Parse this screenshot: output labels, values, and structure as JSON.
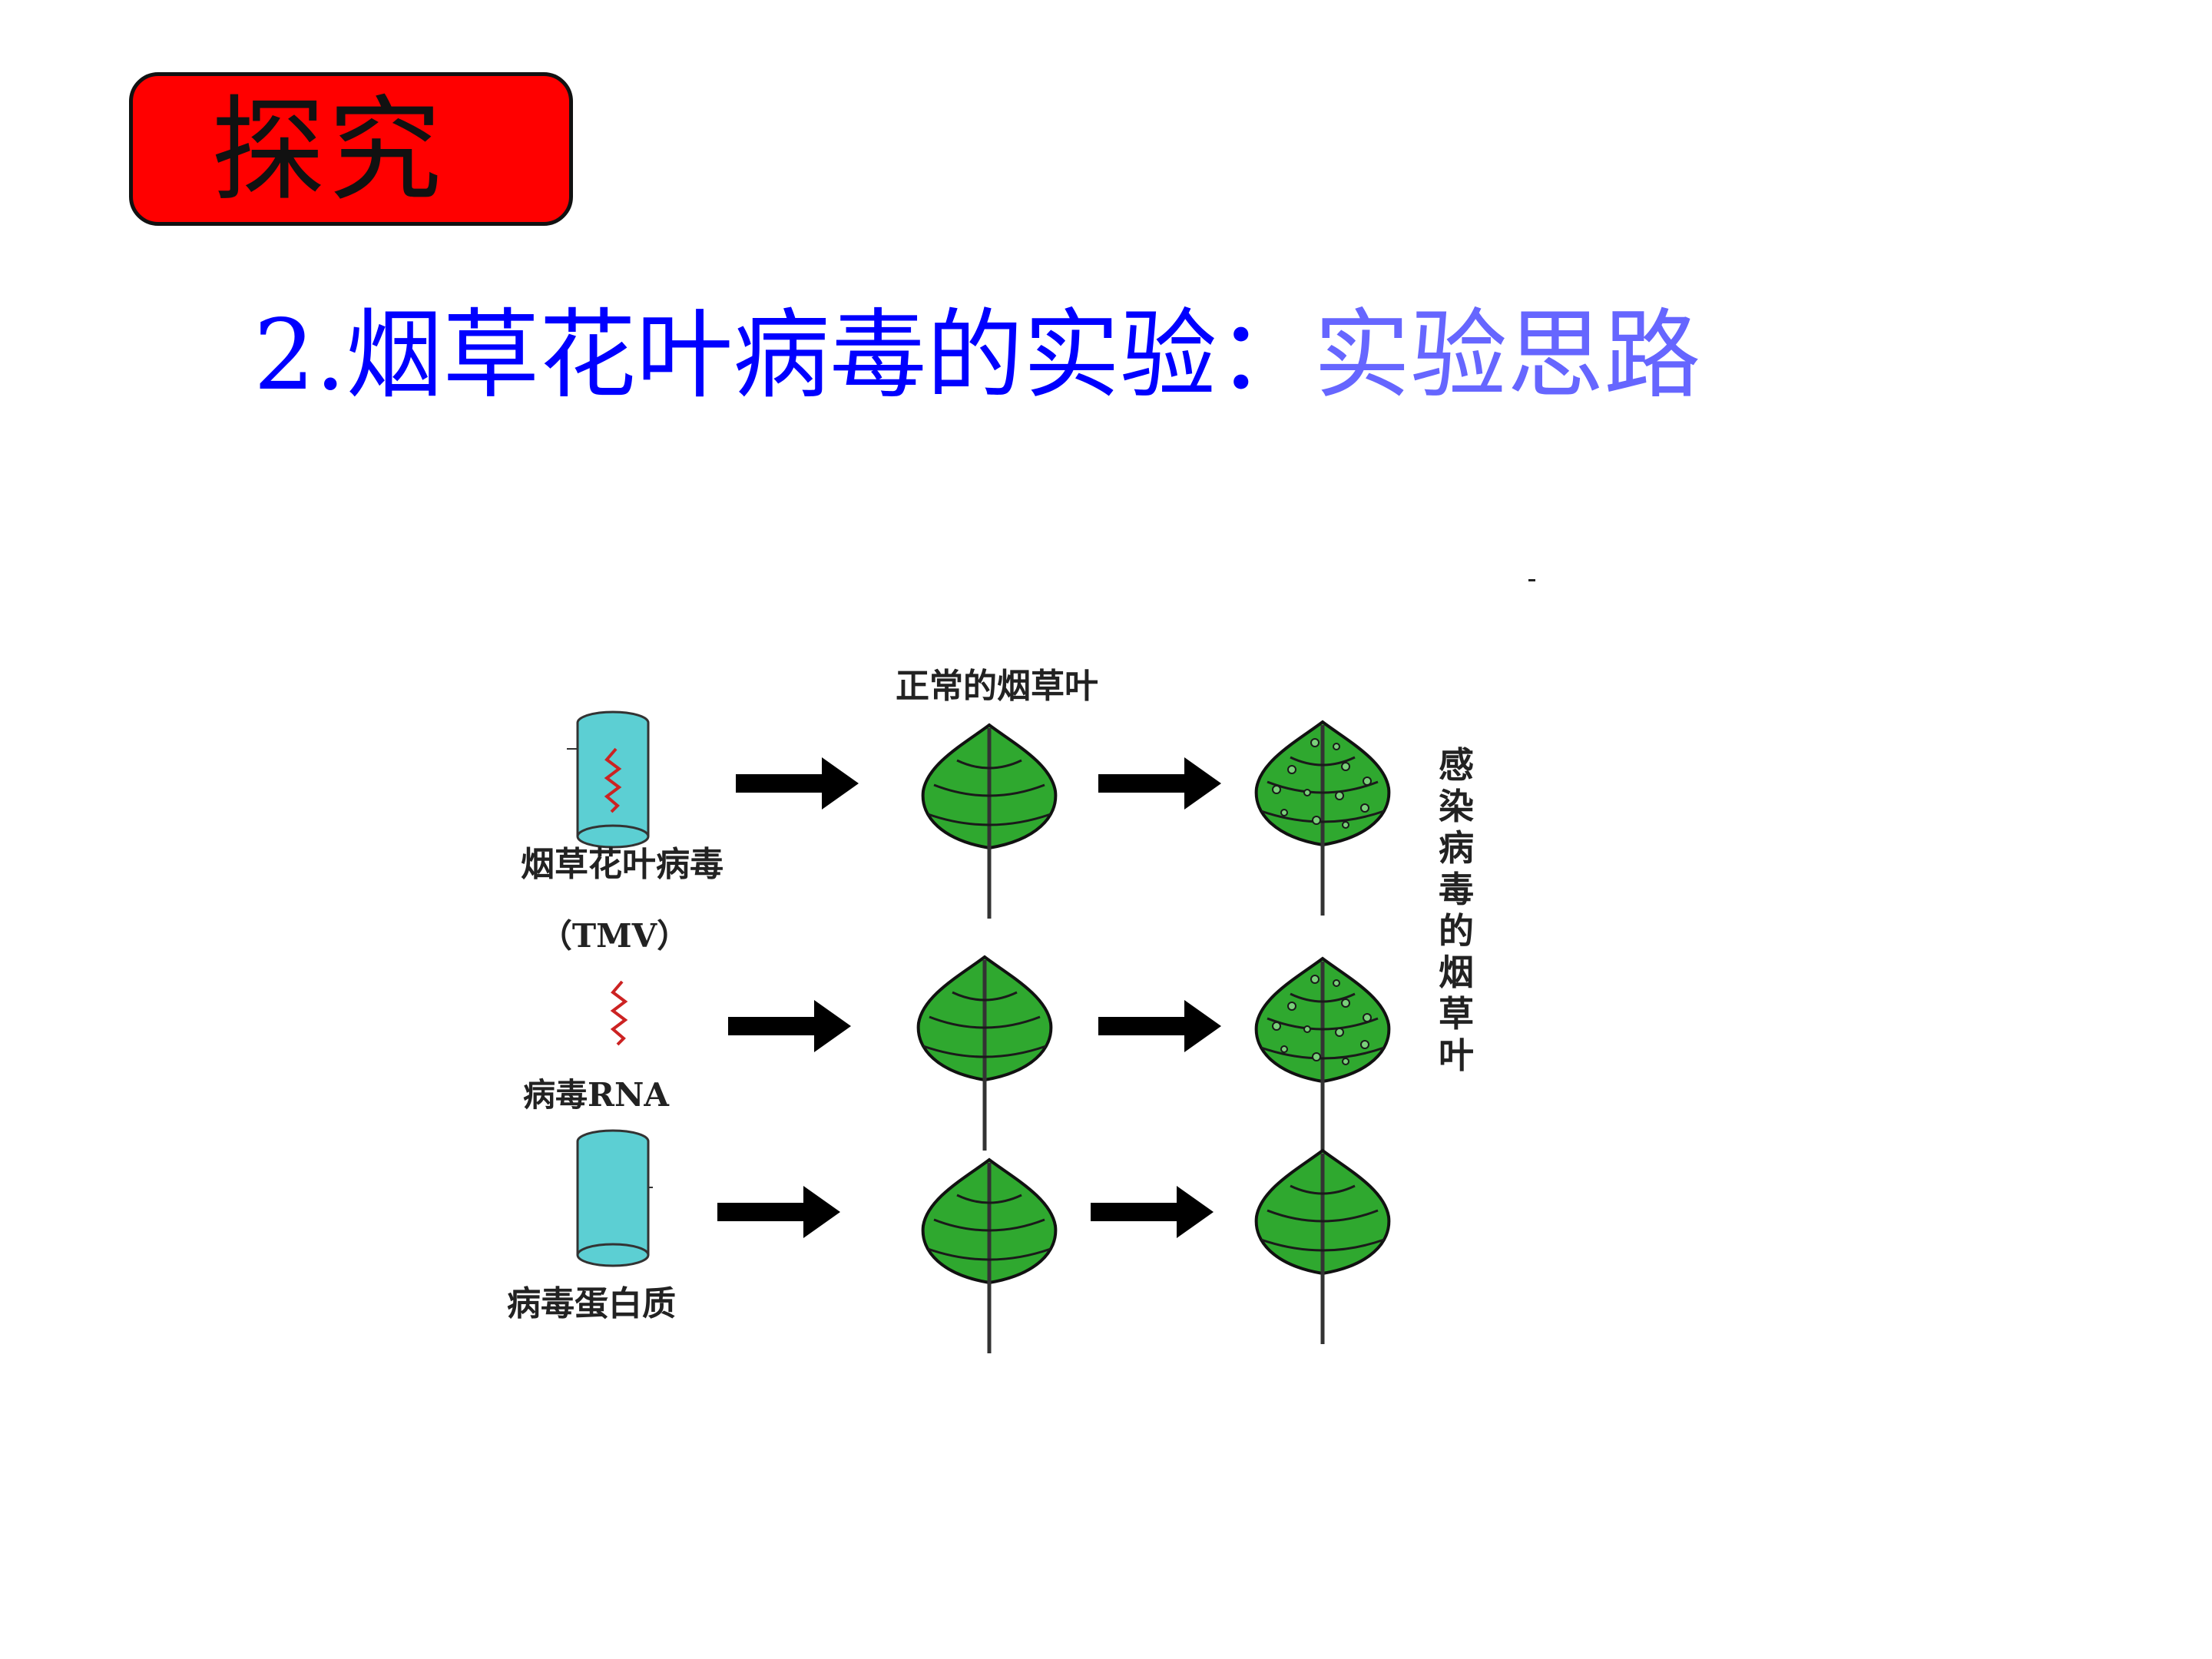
{
  "badge": {
    "label": "探究"
  },
  "heading": {
    "main": "2.烟草花叶病毒的实验：",
    "sub": "实验思路"
  },
  "diagram": {
    "column_header": "正常的烟草叶",
    "side_label": [
      "感",
      "染",
      "病",
      "毒",
      "的",
      "烟",
      "草",
      "叶"
    ],
    "rows": [
      {
        "label": "烟草花叶病毒",
        "sublabel": "（TMV）",
        "source_icon": "virus-capsule-with-rna-icon",
        "result": "infected"
      },
      {
        "label": "病毒RNA",
        "source_icon": "rna-strand-icon",
        "result": "infected"
      },
      {
        "label": "病毒蛋白质",
        "source_icon": "protein-capsule-icon",
        "result": "healthy"
      }
    ],
    "colors": {
      "leaf_fill": "#2fa82f",
      "leaf_outline": "#111111",
      "capsule_fill": "#5ccfd3",
      "rna": "#cc2222",
      "arrow": "#000000"
    }
  }
}
